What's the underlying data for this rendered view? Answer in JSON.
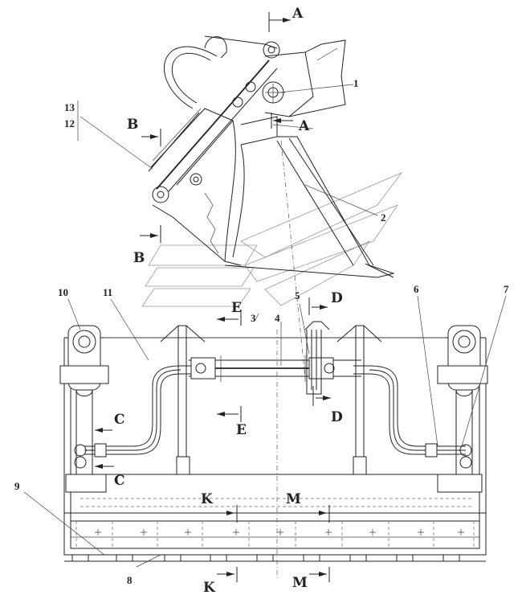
{
  "diagram": {
    "part_numbers": {
      "n1": "1",
      "n2": "2",
      "n3": "3",
      "n4": "4",
      "n5": "5",
      "n6": "6",
      "n7": "7",
      "n8": "8",
      "n9": "9",
      "n10": "10",
      "n11": "11",
      "n12": "12",
      "n13": "13"
    },
    "section_marks": {
      "a_top": "A",
      "a_mid": "A",
      "b_top": "B",
      "b_bot": "B",
      "c_top": "C",
      "c_bot": "C",
      "d_top": "D",
      "d_bot": "D",
      "e_top": "E",
      "e_bot": "E",
      "k_top": "K",
      "k_bot": "K",
      "m_top": "M",
      "m_bot": "M"
    }
  }
}
